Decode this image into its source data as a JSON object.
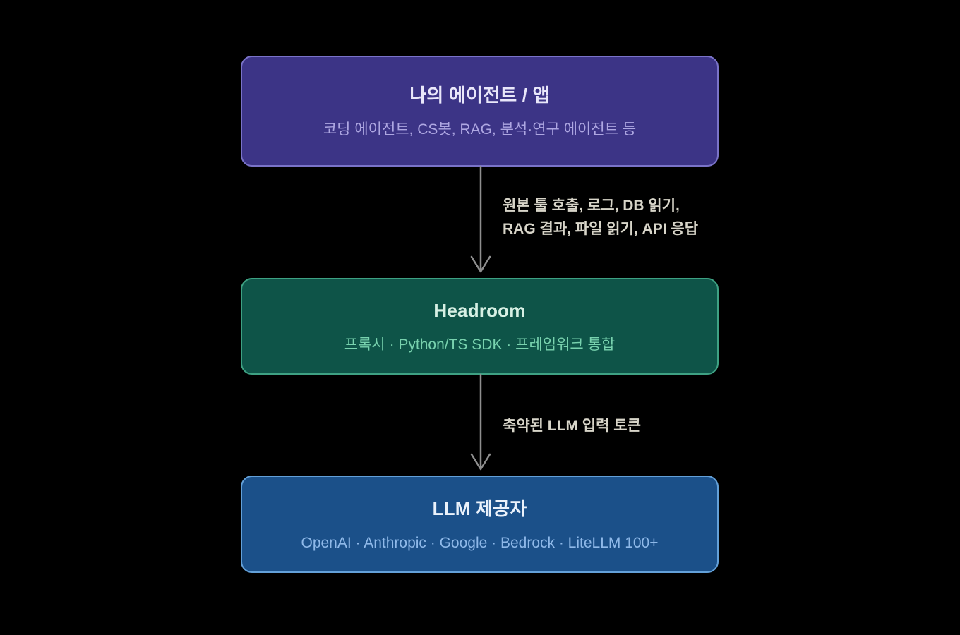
{
  "background_color": "#000000",
  "boxes": [
    {
      "id": "agent-app",
      "title": "나의 에이전트 / 앱",
      "subtitle": "코딩 에이전트, CS봇, RAG, 분석·연구 에이전트 등",
      "fill_color": "#3c3486",
      "border_color": "#7a73c8",
      "title_color": "#e9e7fa",
      "subtitle_color": "#aea7e2"
    },
    {
      "id": "headroom",
      "title": "Headroom",
      "subtitle": "프록시 · Python/TS SDK · 프레임워크 통합",
      "fill_color": "#0e5448",
      "border_color": "#3ea183",
      "title_color": "#d7f0e4",
      "subtitle_color": "#78d2ae"
    },
    {
      "id": "llm-providers",
      "title": "LLM 제공자",
      "subtitle": "OpenAI · Anthropic · Google · Bedrock · LiteLLM 100+",
      "fill_color": "#1b5089",
      "border_color": "#63a0d8",
      "title_color": "#ebf2fb",
      "subtitle_color": "#8fb9e9"
    }
  ],
  "arrows": [
    {
      "from": "agent-app",
      "to": "headroom",
      "line_color": "#8f8f8f",
      "label_color": "#d8d5c9",
      "label_lines": [
        "원본 툴 호출, 로그, DB 읽기,",
        "RAG 결과, 파일 읽기, API 응답"
      ]
    },
    {
      "from": "headroom",
      "to": "llm-providers",
      "line_color": "#8f8f8f",
      "label_color": "#d8d5c9",
      "label_lines": [
        "축약된 LLM 입력 토큰"
      ]
    }
  ]
}
